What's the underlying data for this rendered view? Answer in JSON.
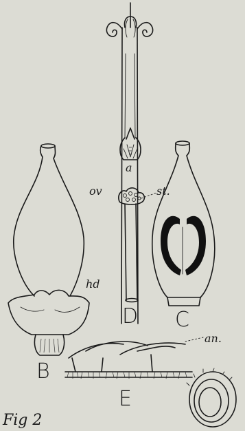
{
  "labels": {
    "a": "a",
    "ov": "ov",
    "hd": "hd",
    "st": "st.",
    "B": "B",
    "D": "D",
    "C": "C",
    "an": "an.",
    "E": "E",
    "fig": "Fig 2"
  },
  "colors": {
    "paper": "#dcdcd4",
    "ink": "#1a1a1a"
  }
}
